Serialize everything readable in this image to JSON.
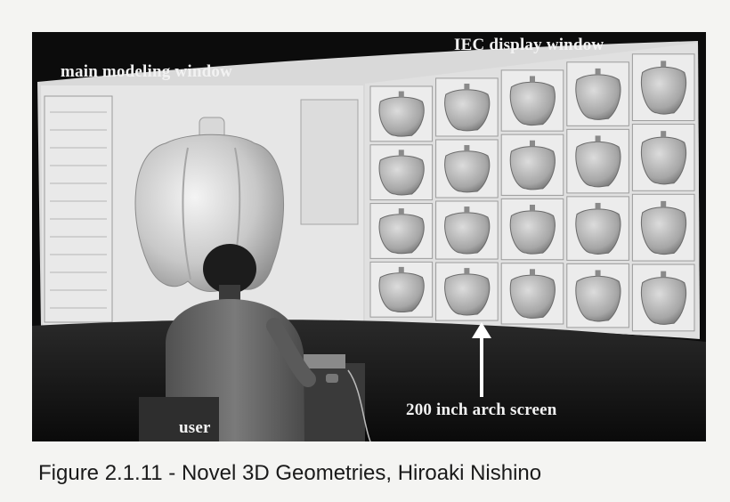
{
  "labels": {
    "main_modeling_window": "main modeling window",
    "iec_display_window": "IEC display window",
    "arch_screen": "200 inch arch screen",
    "user": "user"
  },
  "caption": "Figure 2.1.11 - Novel 3D Geometries, Hiroaki Nishino",
  "iec_grid": {
    "rows": 4,
    "cols": 5
  },
  "colors": {
    "photo_background": "#0c0c0c",
    "screen": "#d6d6d6",
    "page": "#f4f4f2"
  }
}
